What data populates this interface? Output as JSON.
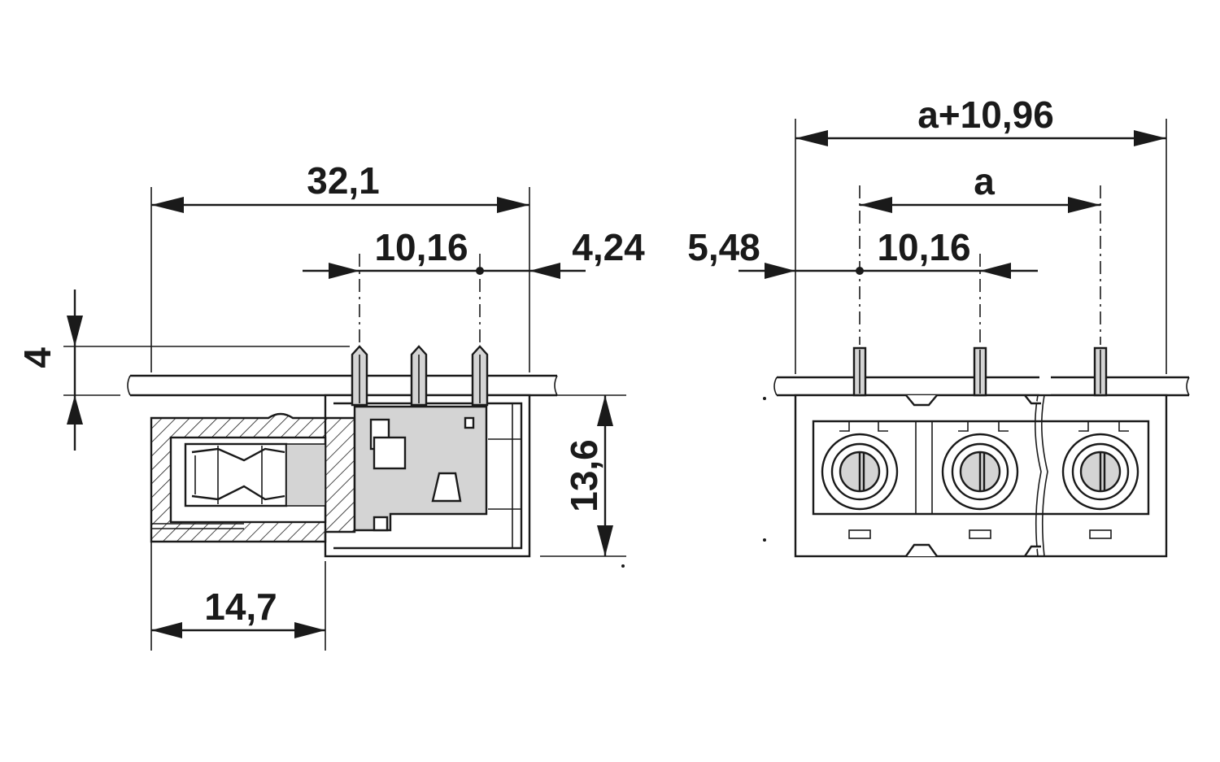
{
  "side_view": {
    "dim_overall_length": "32,1",
    "dim_pitch": "10,16",
    "dim_pin_offset": "4,24",
    "dim_pin_height": "4",
    "dim_body_height": "13,6",
    "dim_plug_depth": "14,7"
  },
  "front_view": {
    "dim_overall_width": "a+10,96",
    "dim_span": "a",
    "dim_edge_offset": "5,48",
    "dim_pitch": "10,16"
  }
}
